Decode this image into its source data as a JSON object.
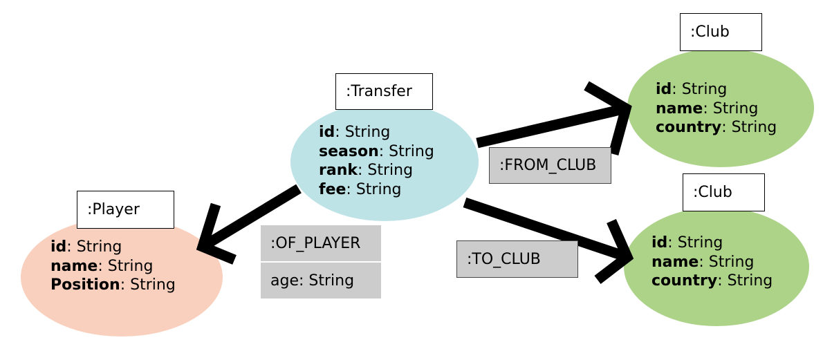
{
  "colors": {
    "player_fill": "#f9cfbd",
    "transfer_fill": "#bde3e6",
    "club_fill": "#acd388",
    "relationship_fill": "#cccccc",
    "edge": "#000000"
  },
  "nodes": {
    "transfer": {
      "label": ":Transfer",
      "properties": [
        {
          "name": "id",
          "type": ": String"
        },
        {
          "name": "season",
          "type": ": String"
        },
        {
          "name": "rank",
          "type": ": String"
        },
        {
          "name": "fee",
          "type": ": String"
        }
      ]
    },
    "player": {
      "label": ":Player",
      "properties": [
        {
          "name": "id",
          "type": ": String"
        },
        {
          "name": "name",
          "type": ": String"
        },
        {
          "name": "Position",
          "type": ": String"
        }
      ]
    },
    "club_from": {
      "label": ":Club",
      "properties": [
        {
          "name": "id",
          "type": ": String"
        },
        {
          "name": "name",
          "type": ": String"
        },
        {
          "name": "country",
          "type": ": String"
        }
      ]
    },
    "club_to": {
      "label": ":Club",
      "properties": [
        {
          "name": "id",
          "type": ": String"
        },
        {
          "name": "name",
          "type": ": String"
        },
        {
          "name": "country",
          "type": ": String"
        }
      ]
    }
  },
  "relationships": {
    "of_player": {
      "label": ":OF_PLAYER",
      "property": "age: String"
    },
    "from_club": {
      "label": ":FROM_CLUB"
    },
    "to_club": {
      "label": ":TO_CLUB"
    }
  }
}
